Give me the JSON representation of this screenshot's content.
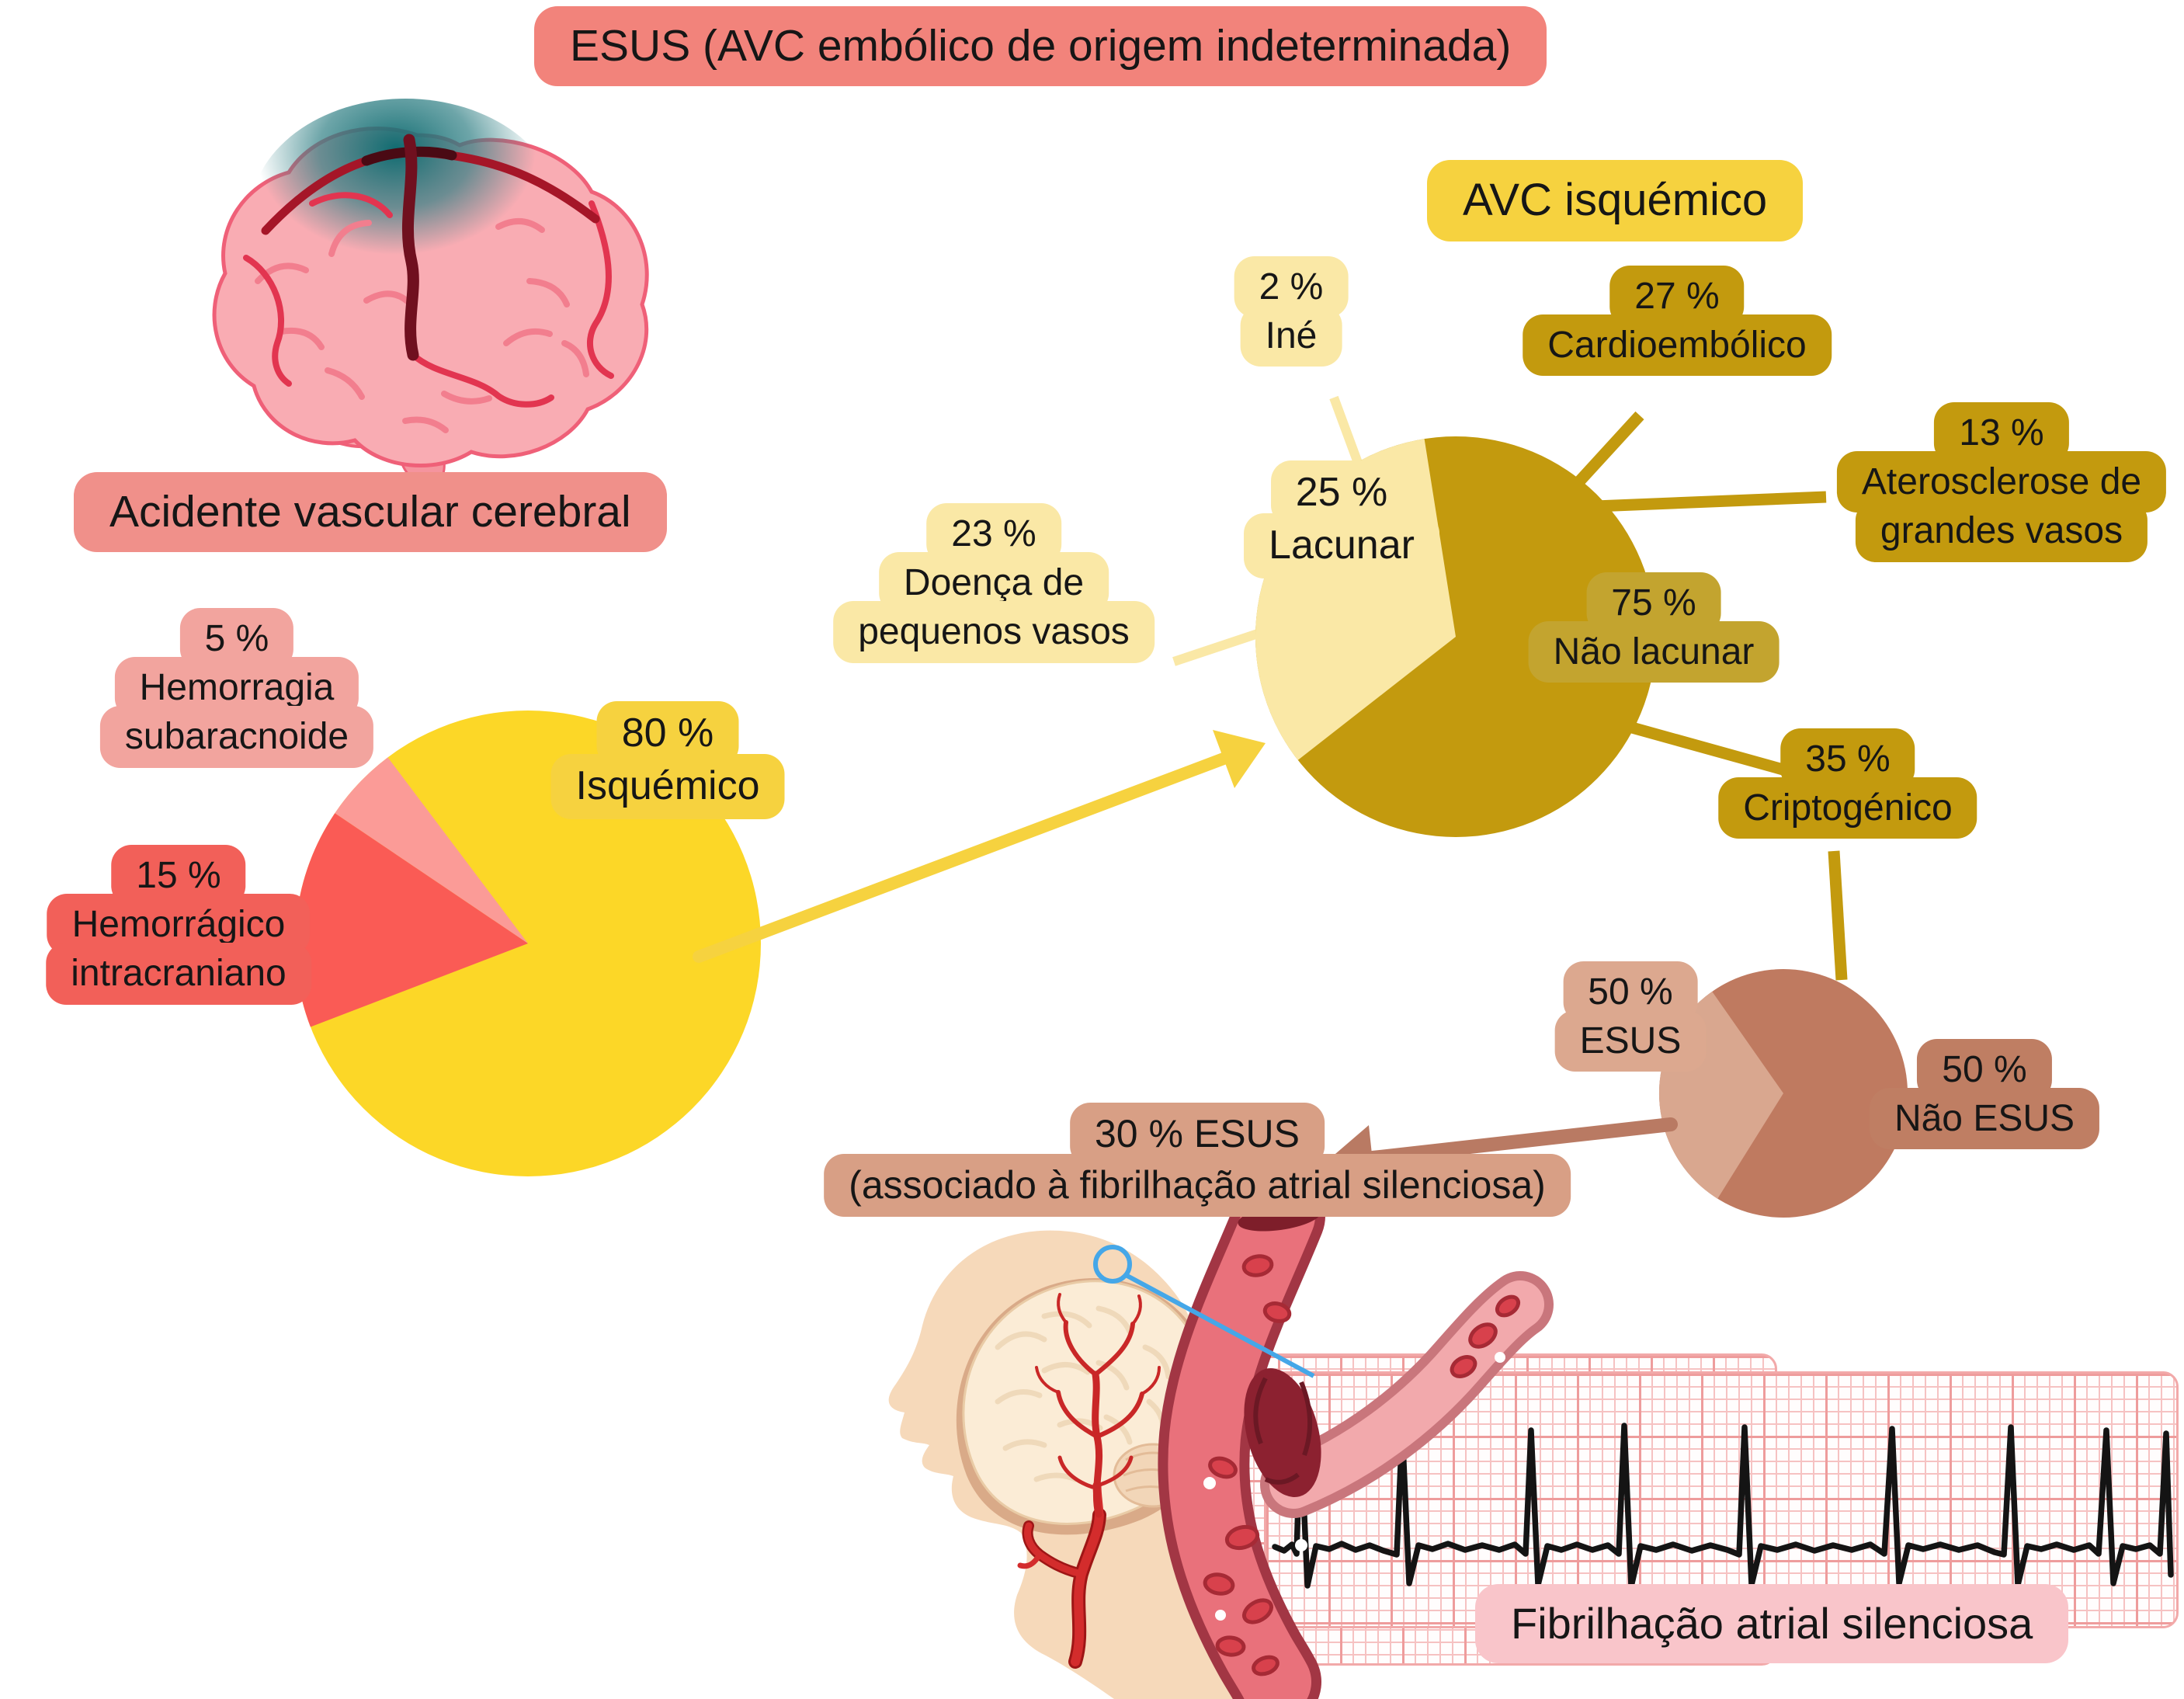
{
  "title": "ESUS (AVC embólico de origem indeterminada)",
  "labels": {
    "avc_cerebral": "Acidente vascular cerebral",
    "avc_isquemico": "AVC isquémico",
    "fibrilhacao": "Fibrilhação atrial silenciosa"
  },
  "badges": {
    "pct5": [
      "5 %",
      "Hemorragia",
      "subaracnoide"
    ],
    "pct15": [
      "15 %",
      "Hemorrágico",
      "intracraniano"
    ],
    "pct80": [
      "80 %",
      "Isquémico"
    ],
    "pct2": [
      "2 %",
      "Iné"
    ],
    "pct27": [
      "27 %",
      "Cardioembólico"
    ],
    "pct13": [
      "13 %",
      "Aterosclerose de",
      "grandes vasos"
    ],
    "pct25": [
      "25 %",
      "Lacunar"
    ],
    "pct75": [
      "75 %",
      "Não lacunar"
    ],
    "pct35": [
      "35 %",
      "Criptogénico"
    ],
    "pct50esus": [
      "50 %",
      "ESUS"
    ],
    "pct50nao": [
      "50 %",
      "Não ESUS"
    ],
    "esus30": [
      "30 % ESUS",
      "(associado à fibrilhação atrial silenciosa)"
    ]
  },
  "chart_data": [
    {
      "type": "pie",
      "name": "acidente-vascular-cerebral",
      "title": "Acidente vascular cerebral",
      "slices": [
        {
          "label": "Isquémico",
          "value": 80,
          "color": "#FCD727"
        },
        {
          "label": "Hemorrágico intracraniano",
          "value": 15,
          "color": "#FA5B55"
        },
        {
          "label": "Hemorragia subaracnoide",
          "value": 5,
          "color": "#FB9B97"
        }
      ]
    },
    {
      "type": "pie",
      "name": "avc-isquemico",
      "title": "AVC isquémico",
      "slices": [
        {
          "label": "Não lacunar",
          "value": 75,
          "color": "#C39A0E"
        },
        {
          "label": "Lacunar",
          "value": 25,
          "color": "#FAE8A6"
        }
      ],
      "callouts": [
        {
          "label": "Iné",
          "value": 2
        },
        {
          "label": "Cardioembólico",
          "value": 27
        },
        {
          "label": "Aterosclerose de grandes vasos",
          "value": 13
        },
        {
          "label": "Doença de pequenos vasos",
          "value": 23
        },
        {
          "label": "Criptogénico",
          "value": 35
        }
      ]
    },
    {
      "type": "pie",
      "name": "criptogenico-split",
      "title": "Criptogénico",
      "slices": [
        {
          "label": "Não ESUS",
          "value": 50,
          "color": "#BF7A60"
        },
        {
          "label": "ESUS",
          "value": 50,
          "color": "#D9A78F"
        }
      ],
      "annotation": "30 % ESUS (associado à fibrilhação atrial silenciosa)"
    }
  ],
  "colors": {
    "salmon": "#F2837B",
    "pink_label": "#F0908A",
    "pink_light": "#F2A49E",
    "red_label": "#F26059",
    "yellow_pie": "#FCD727",
    "red_wedge": "#FA5B55",
    "pink_wedge": "#FB9B97",
    "yellow_label": "#F6D23F",
    "gold_dark": "#C39A0E",
    "cream": "#FAE8A6",
    "gold_mid": "#C3A42F",
    "terracotta": "#BF7A60",
    "tan_wedge": "#D9A78F",
    "tan_label": "#DCA88F",
    "tan_dark": "#BF7E63",
    "tan_box": "#D89F85",
    "arrow_brown": "#B97A63",
    "pink_band": "#F9C5CA",
    "grid_line": "#F6C2C2",
    "grid_major": "#EE9C9C",
    "marker_blue": "#45A7E8",
    "ecg": "#141414",
    "ink": "#161616"
  }
}
